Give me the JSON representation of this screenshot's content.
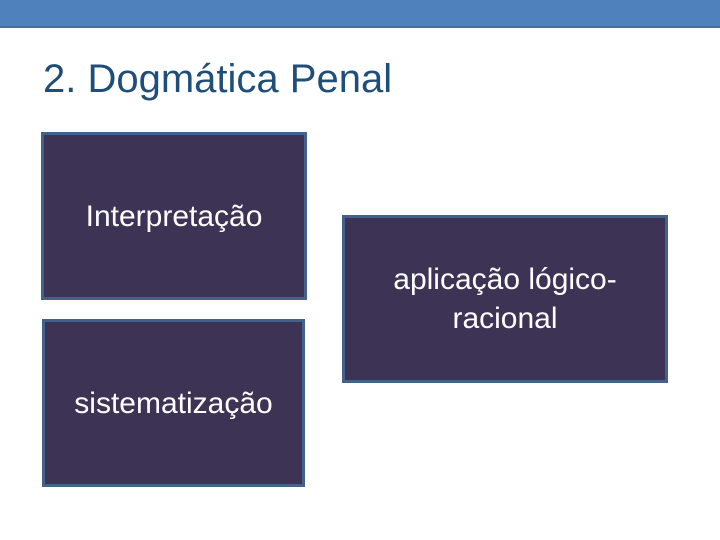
{
  "slide": {
    "title": "2. Dogmática Penal",
    "boxes": [
      {
        "id": "interpretacao",
        "label": "Interpretação"
      },
      {
        "id": "aplicacao-logico-racional",
        "label": "aplicação lógico-racional"
      },
      {
        "id": "sistematizacao",
        "label": "sistematização"
      }
    ],
    "colors": {
      "top_bar": "#4f81bd",
      "top_bar_edge": "#44709d",
      "title_text": "#1f4e79",
      "box_fill": "#3d3355",
      "box_border": "#44618c",
      "box_text": "#ffffff",
      "background": "#ffffff"
    }
  }
}
